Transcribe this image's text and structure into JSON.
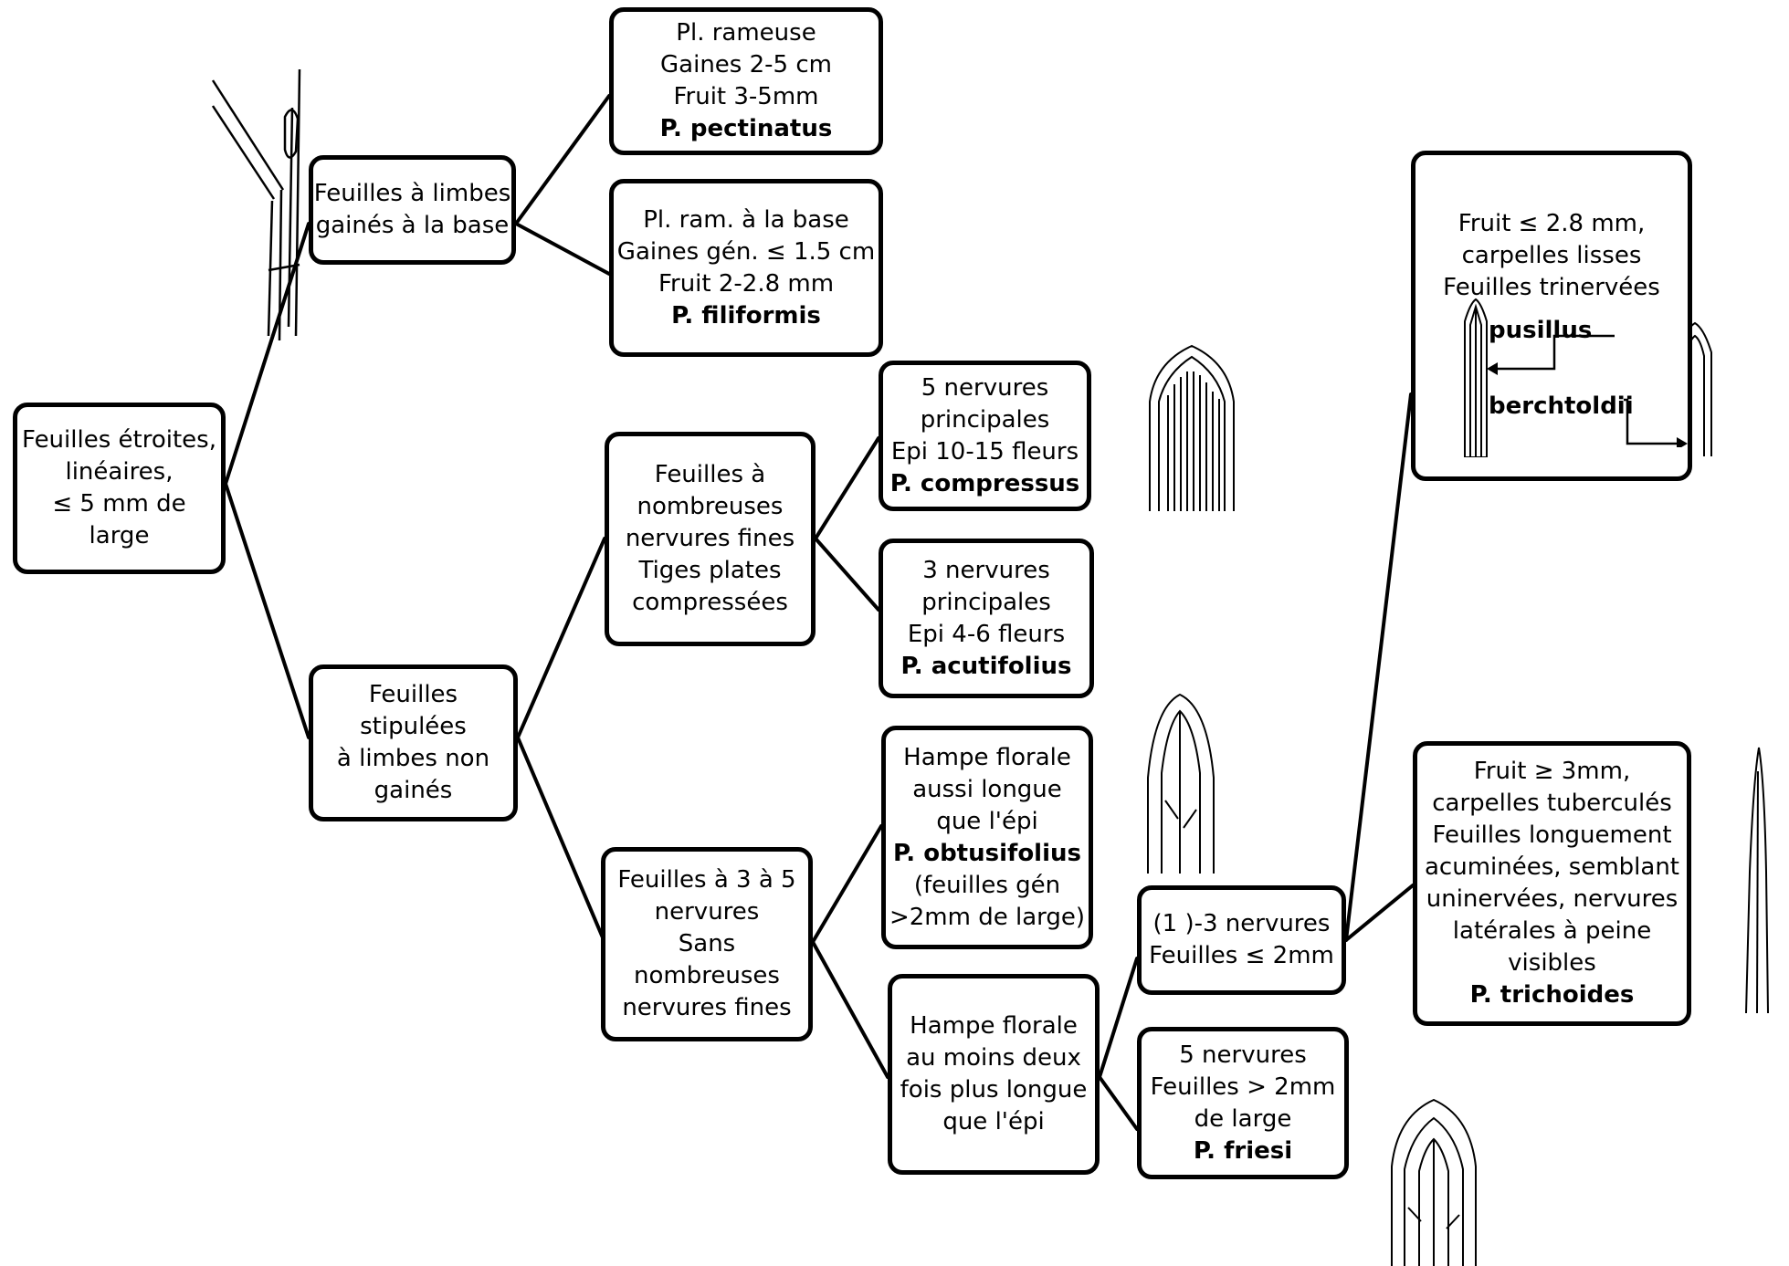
{
  "nodes": {
    "root": [
      "Feuilles étroites,",
      "linéaires,",
      "≤ 5 mm de",
      "large"
    ],
    "gaines": [
      "Feuilles à limbes",
      "gainés à la base"
    ],
    "pectinatus": {
      "lines": [
        "Pl. rameuse",
        "Gaines 2-5 cm",
        "Fruit 3-5mm"
      ],
      "species": "P. pectinatus"
    },
    "filiformis": {
      "lines": [
        "Pl. ram. à la base",
        "Gaines gén. ≤ 1.5 cm",
        "Fruit 2-2.8 mm"
      ],
      "species": "P. filiformis"
    },
    "stipulees": [
      "Feuilles",
      "stipulées",
      "à limbes non",
      "gainés"
    ],
    "nombreuses": [
      "Feuilles à",
      "nombreuses",
      "nervures fines",
      "Tiges plates",
      "compressées"
    ],
    "compressus": {
      "lines": [
        "5 nervures",
        "principales",
        "Epi  10-15 fleurs"
      ],
      "species": "P. compressus"
    },
    "acutifolius": {
      "lines": [
        "3 nervures",
        "principales",
        "Epi 4-6 fleurs"
      ],
      "species": "P. acutifolius"
    },
    "trois_cinq": [
      "Feuilles à 3 à 5",
      "nervures",
      "Sans",
      "nombreuses",
      "nervures fines"
    ],
    "obtusifolius": {
      "lines": [
        "Hampe florale",
        "aussi longue",
        "que l'épi"
      ],
      "species": "P. obtusifolius",
      "after": [
        "(feuilles gén",
        ">2mm de large)"
      ]
    },
    "hampe_longue": [
      "Hampe florale",
      "au moins deux",
      "fois plus longue",
      "que l'épi"
    ],
    "un_trois": [
      "(1 )-3 nervures",
      "Feuilles ≤ 2mm"
    ],
    "friesi": {
      "lines": [
        "5 nervures",
        "Feuilles > 2mm",
        "de large"
      ],
      "species": "P. friesi"
    },
    "pusillus_box": [
      "Fruit ≤ 2.8 mm,",
      "carpelles lisses",
      "Feuilles trinervées"
    ],
    "trichoides": {
      "lines": [
        "Fruit  ≥ 3mm,",
        "carpelles tuberculés",
        "Feuilles  longuement",
        "acuminées, semblant",
        "uninervées, nervures",
        "latérales à peine",
        "visibles"
      ],
      "species": "P. trichoides"
    }
  },
  "labels": {
    "pusillus": "pusillus",
    "berchtoldii": "berchtoldii"
  },
  "illustrations": {
    "stem_sheath": "stem-sheath-drawing",
    "leaf_compressus": "leaf-tip-compressus-drawing",
    "leaf_obtusifolius": "leaf-tip-obtusifolius-drawing",
    "leaf_pusillus": "leaf-tip-pusillus-drawing",
    "leaf_berchtoldii": "leaf-tip-berchtoldii-drawing",
    "leaf_trichoides": "leaf-tip-trichoides-drawing",
    "leaf_friesi": "leaf-tip-friesi-drawing"
  }
}
